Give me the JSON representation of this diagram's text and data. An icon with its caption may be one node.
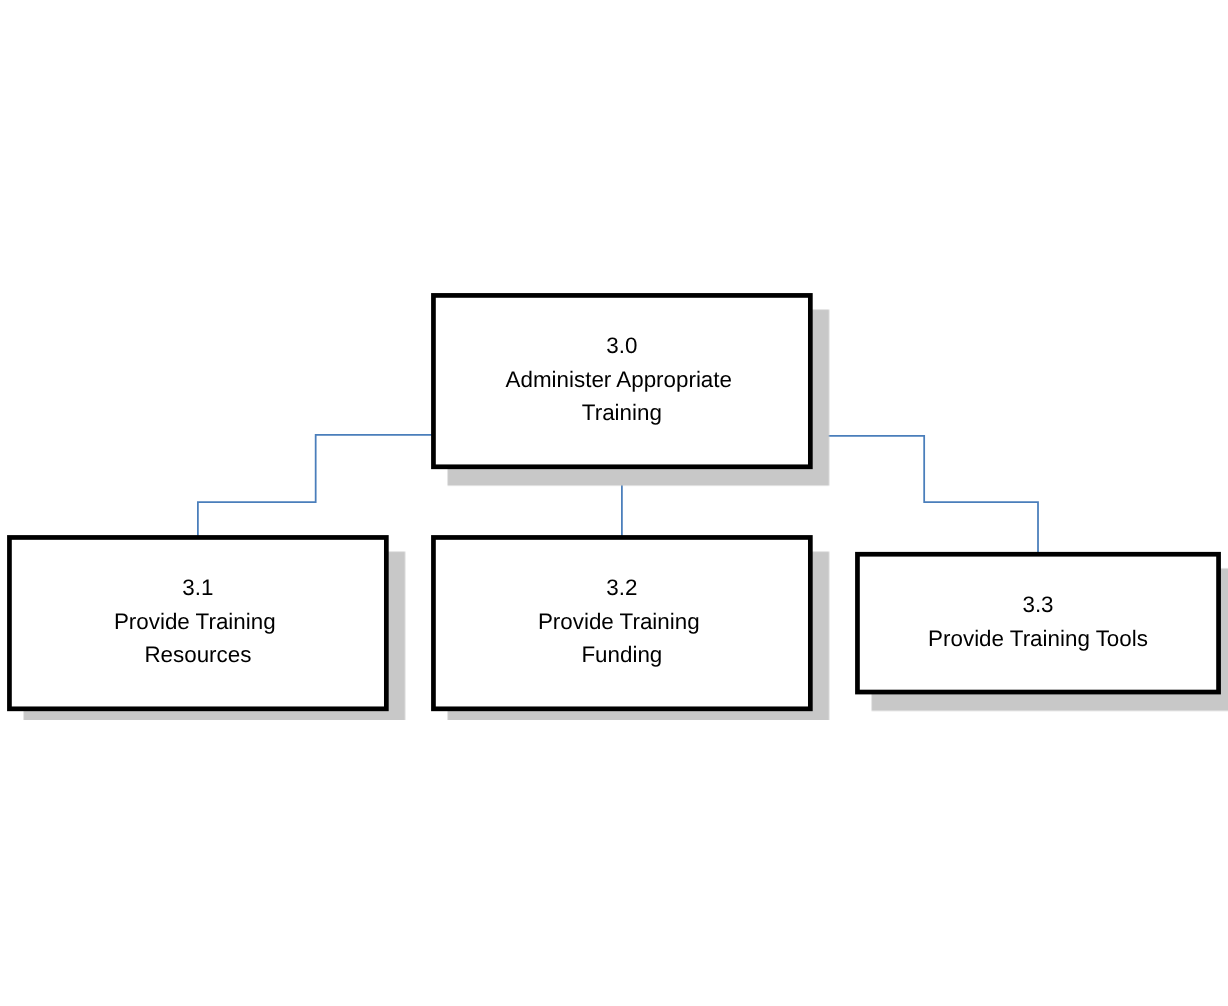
{
  "diagram": {
    "nodes": [
      {
        "text": [
          "3.0",
          "Administer Appropriate Training"
        ]
      },
      {
        "text": [
          "3.1",
          "Provide Training Resources"
        ]
      },
      {
        "text": [
          "3.2",
          "Provide Training Funding"
        ]
      },
      {
        "text": [
          "3.3",
          "Provide Training Tools"
        ]
      }
    ],
    "edges": [
      {
        "from": 0,
        "to": 1,
        "arrow": "none"
      },
      {
        "from": 0,
        "to": 2,
        "arrow": "none"
      },
      {
        "from": 0,
        "to": 3,
        "arrow": "none"
      }
    ]
  }
}
